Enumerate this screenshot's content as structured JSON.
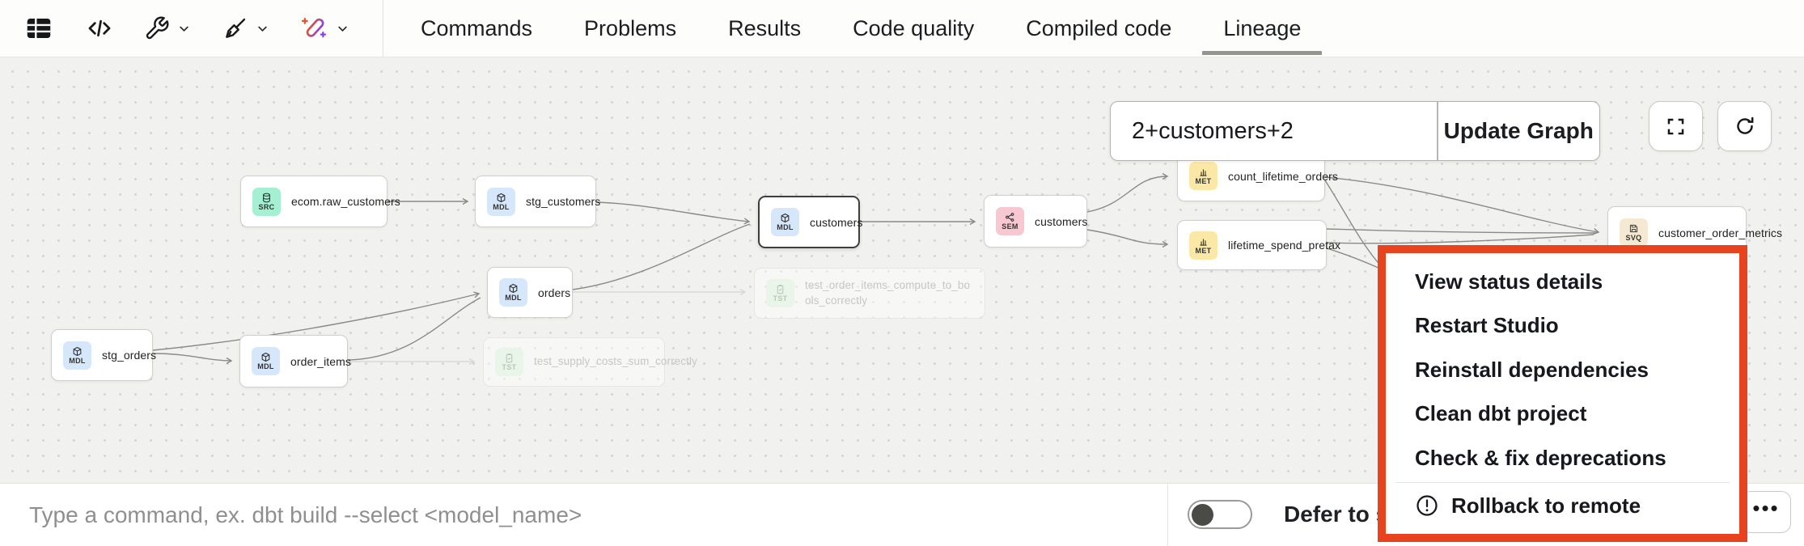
{
  "toolbar": {
    "icons": [
      {
        "name": "table"
      },
      {
        "name": "code"
      },
      {
        "name": "wrench"
      },
      {
        "name": "broom"
      },
      {
        "name": "magic-wand"
      }
    ]
  },
  "tabs": {
    "items": [
      "Commands",
      "Problems",
      "Results",
      "Code quality",
      "Compiled code",
      "Lineage"
    ],
    "active": "Lineage"
  },
  "lineage": {
    "selector_value": "2+customers+2",
    "update_button_label": "Update Graph",
    "nodes": [
      {
        "label": "ecom.raw_customers",
        "badge": "SRC",
        "type": "source"
      },
      {
        "label": "stg_customers",
        "badge": "MDL",
        "type": "model"
      },
      {
        "label": "customers",
        "badge": "MDL",
        "type": "model",
        "selected": true
      },
      {
        "label": "customers",
        "badge": "SEM",
        "type": "semantic-model"
      },
      {
        "label": "count_lifetime_orders",
        "badge": "MET",
        "type": "metric"
      },
      {
        "label": "lifetime_spend_pretax",
        "badge": "MET",
        "type": "metric"
      },
      {
        "label": "customer_order_metrics",
        "badge": "SVQ",
        "type": "saved-query"
      },
      {
        "label": "orders",
        "badge": "MDL",
        "type": "model"
      },
      {
        "label": "test_order_items_compute_to_bools_correctly",
        "badge": "TST",
        "type": "test",
        "faded": true
      },
      {
        "label": "stg_orders",
        "badge": "MDL",
        "type": "model"
      },
      {
        "label": "order_items",
        "badge": "MDL",
        "type": "model"
      },
      {
        "label": "test_supply_costs_sum_correctly",
        "badge": "TST",
        "type": "test",
        "faded": true
      }
    ]
  },
  "context_menu": {
    "items": [
      "View status details",
      "Restart Studio",
      "Reinstall dependencies",
      "Clean dbt project",
      "Check & fix deprecations"
    ],
    "danger_item": "Rollback to remote",
    "border_color": "#e8431f"
  },
  "command_bar": {
    "placeholder": "Type a command, ex. dbt build --select <model_name>",
    "defer_label": "Defer to sta",
    "toggle_state": "off",
    "more_label": "•••"
  },
  "colors": {
    "canvas_bg": "#f1f1ef",
    "edge": "#8a8a86",
    "menu_border": "#e8431f",
    "badge_src": "#a5f0d2",
    "badge_mdl": "#d6e6fb",
    "badge_sem": "#f8c8d2",
    "badge_met": "#fbe8a6",
    "badge_svq": "#f6e9d3",
    "badge_tst": "#e9f5e9"
  }
}
